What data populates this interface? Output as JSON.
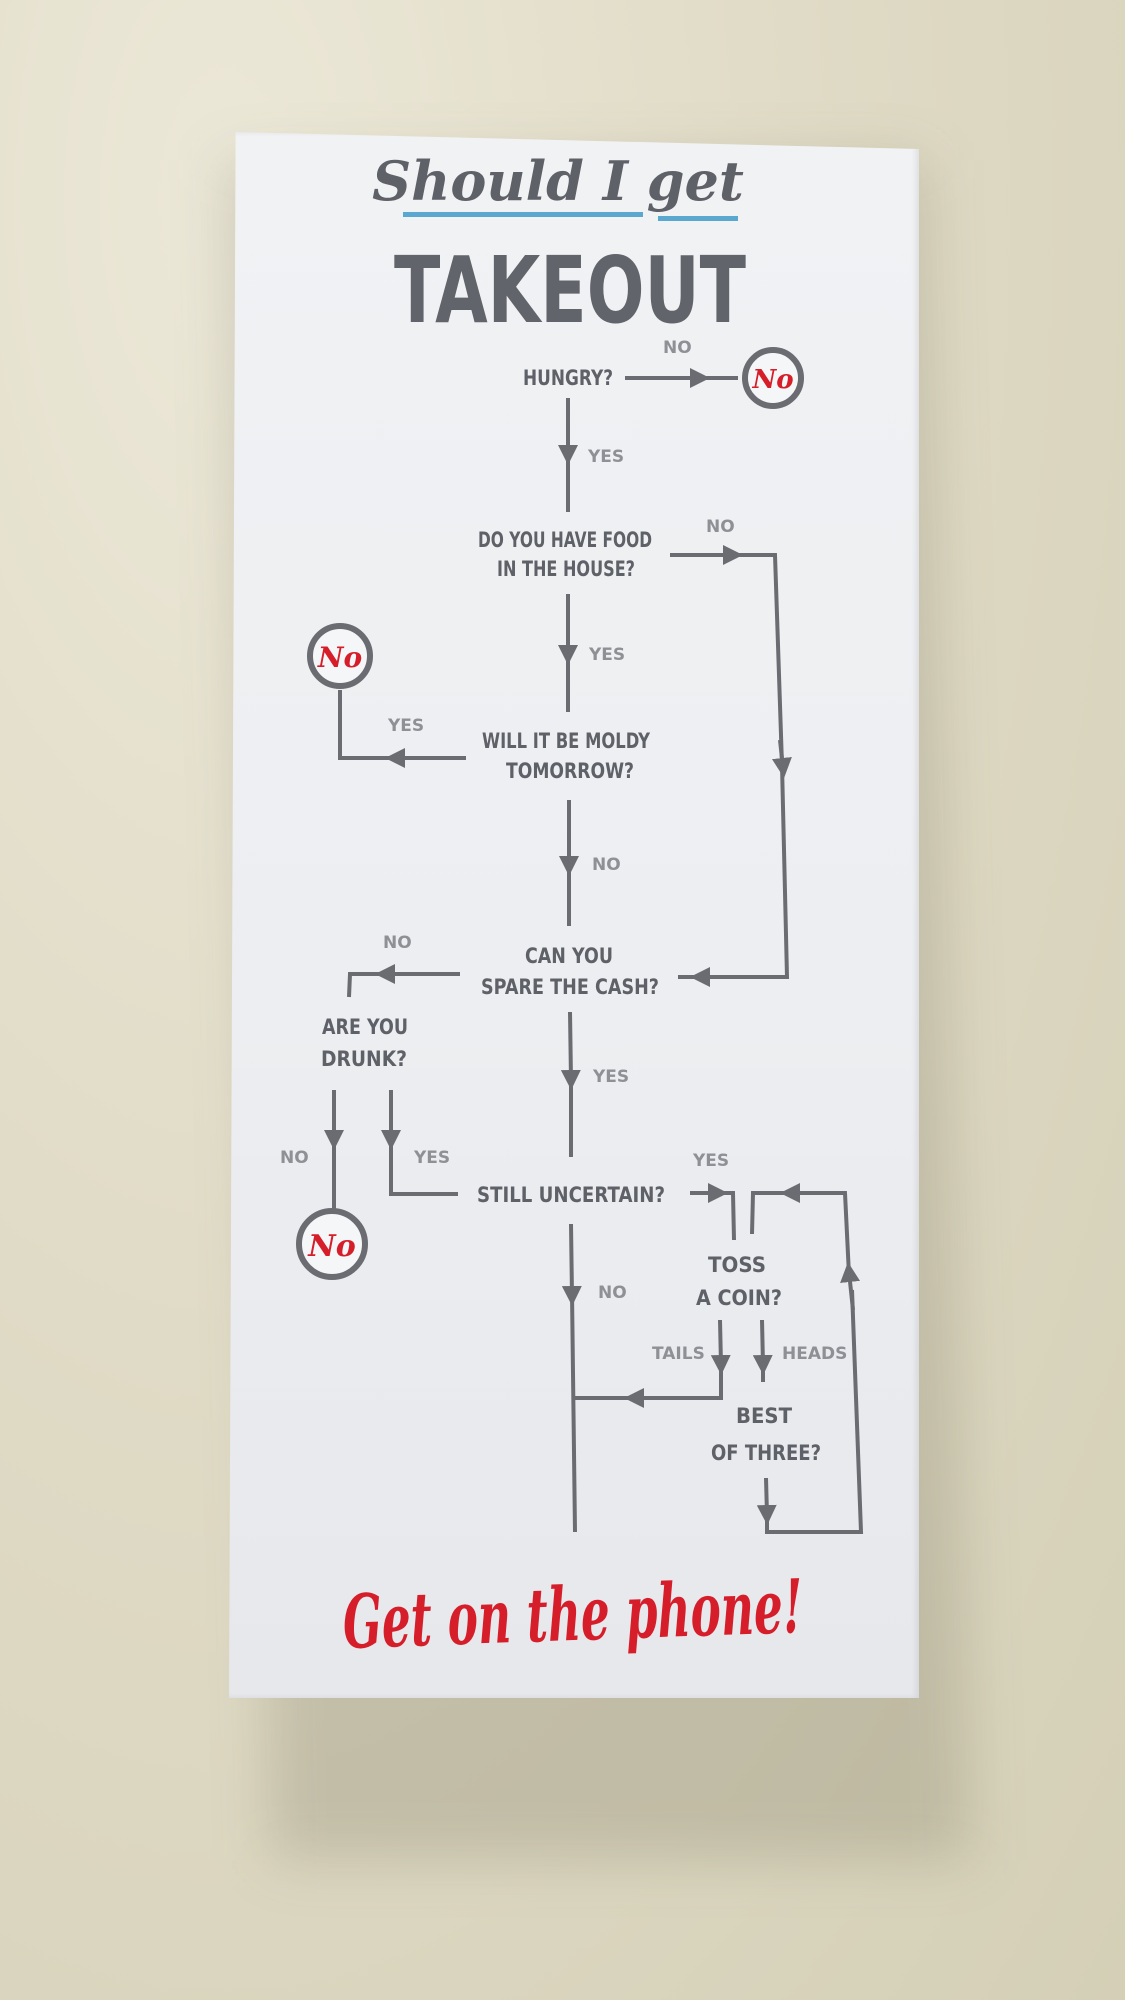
{
  "poster": {
    "title_script": "Should I get",
    "title_main": "TAKEOUT",
    "footer": "Get on the phone!"
  },
  "nodes": {
    "hungry": "HUNGRY?",
    "food_line1": "DO YOU HAVE FOOD",
    "food_line2": "IN THE HOUSE?",
    "moldy_line1": "WILL IT BE MOLDY",
    "moldy_line2": "TOMORROW?",
    "cash_line1": "CAN YOU",
    "cash_line2": "SPARE THE CASH?",
    "drunk_line1": "ARE YOU",
    "drunk_line2": "DRUNK?",
    "uncertain": "STILL UNCERTAIN?",
    "coin_line1": "TOSS",
    "coin_line2": "A COIN?",
    "best_line1": "BEST",
    "best_line2": "OF THREE?"
  },
  "badges": {
    "no_1": "No",
    "no_2": "No",
    "no_3": "No"
  },
  "labels": {
    "hungry_no": "NO",
    "hungry_yes": "YES",
    "food_no": "NO",
    "food_yes": "YES",
    "moldy_yes": "YES",
    "moldy_no": "NO",
    "cash_no": "NO",
    "cash_yes": "YES",
    "drunk_no": "NO",
    "drunk_yes": "YES",
    "uncertain_yes": "YES",
    "uncertain_no": "NO",
    "tails": "TAILS",
    "heads": "HEADS"
  },
  "colors": {
    "ink": "#6a6c72",
    "label": "#8e9096",
    "accent_blue": "#5aa8cf",
    "accent_red": "#d61e2b",
    "board": "#eceef1"
  }
}
